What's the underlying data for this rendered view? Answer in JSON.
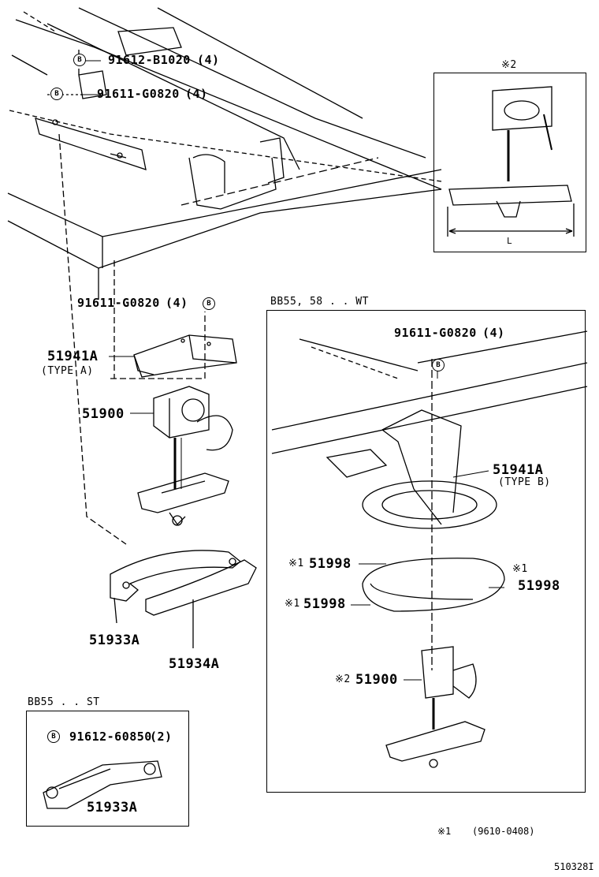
{
  "callouts": {
    "bolt_mark": "B",
    "p1_num": "91612-B1020",
    "p1_qty": "(4)",
    "p2_num": "91611-G0820",
    "p2_qty": "(4)",
    "p3_num": "91611-G0820",
    "p3_qty": "(4)",
    "hanger_a": "51941A",
    "hanger_a_type": "(TYPE A)",
    "carrier": "51900",
    "plate_1": "51933A",
    "plate_2": "51934A"
  },
  "inset_chain": {
    "ref_mark": "※2",
    "dim_label": "L"
  },
  "wt_panel": {
    "title": "BB55, 58 . . WT",
    "bolt_num": "91611-G0820",
    "bolt_qty": "(4)",
    "hanger_b": "51941A",
    "hanger_b_type": "(TYPE B)",
    "spacer_upper_mark": "※1",
    "spacer_upper": "51998",
    "spacer_right_mark": "※1",
    "spacer_right": "51998",
    "spacer_lower_mark": "※1",
    "spacer_lower": "51998",
    "carrier_mark": "※2",
    "carrier": "51900"
  },
  "st_panel": {
    "title": "BB55 . . ST",
    "bolt_num": "91612-60850",
    "bolt_qty": "(2)",
    "plate": "51933A"
  },
  "footnote": {
    "mark": "※1",
    "text": "(9610-0408)"
  },
  "figure_id": "510328I"
}
